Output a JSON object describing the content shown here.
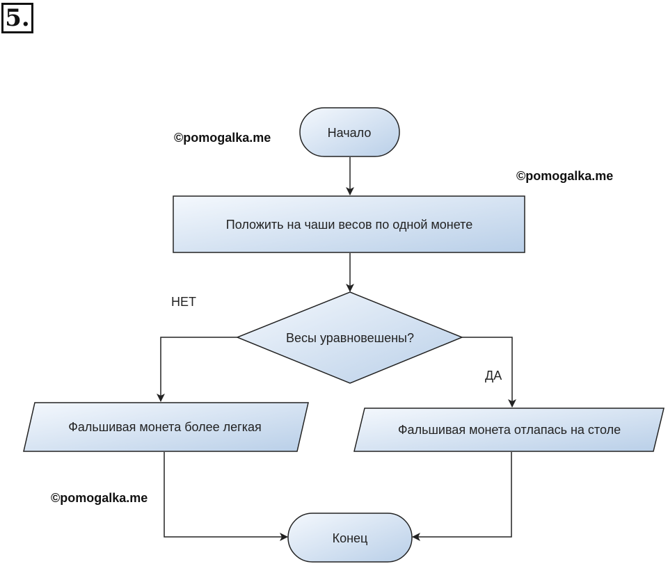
{
  "task_number": "5.",
  "watermark": "©pomogalka.me",
  "flowchart": {
    "start": "Начало",
    "step1": "Положить на чаши весов по одной монете",
    "decision": "Весы уравновешены?",
    "no_label": "НЕТ",
    "yes_label": "ДА",
    "output_no": "Фальшивая монета более легкая",
    "output_yes": "Фальшивая монета отлапась на столе",
    "end": "Конец"
  },
  "colors": {
    "shape_fill_light": "#f4f8fd",
    "shape_fill_dark": "#b9cfe8",
    "stroke": "#222222"
  }
}
